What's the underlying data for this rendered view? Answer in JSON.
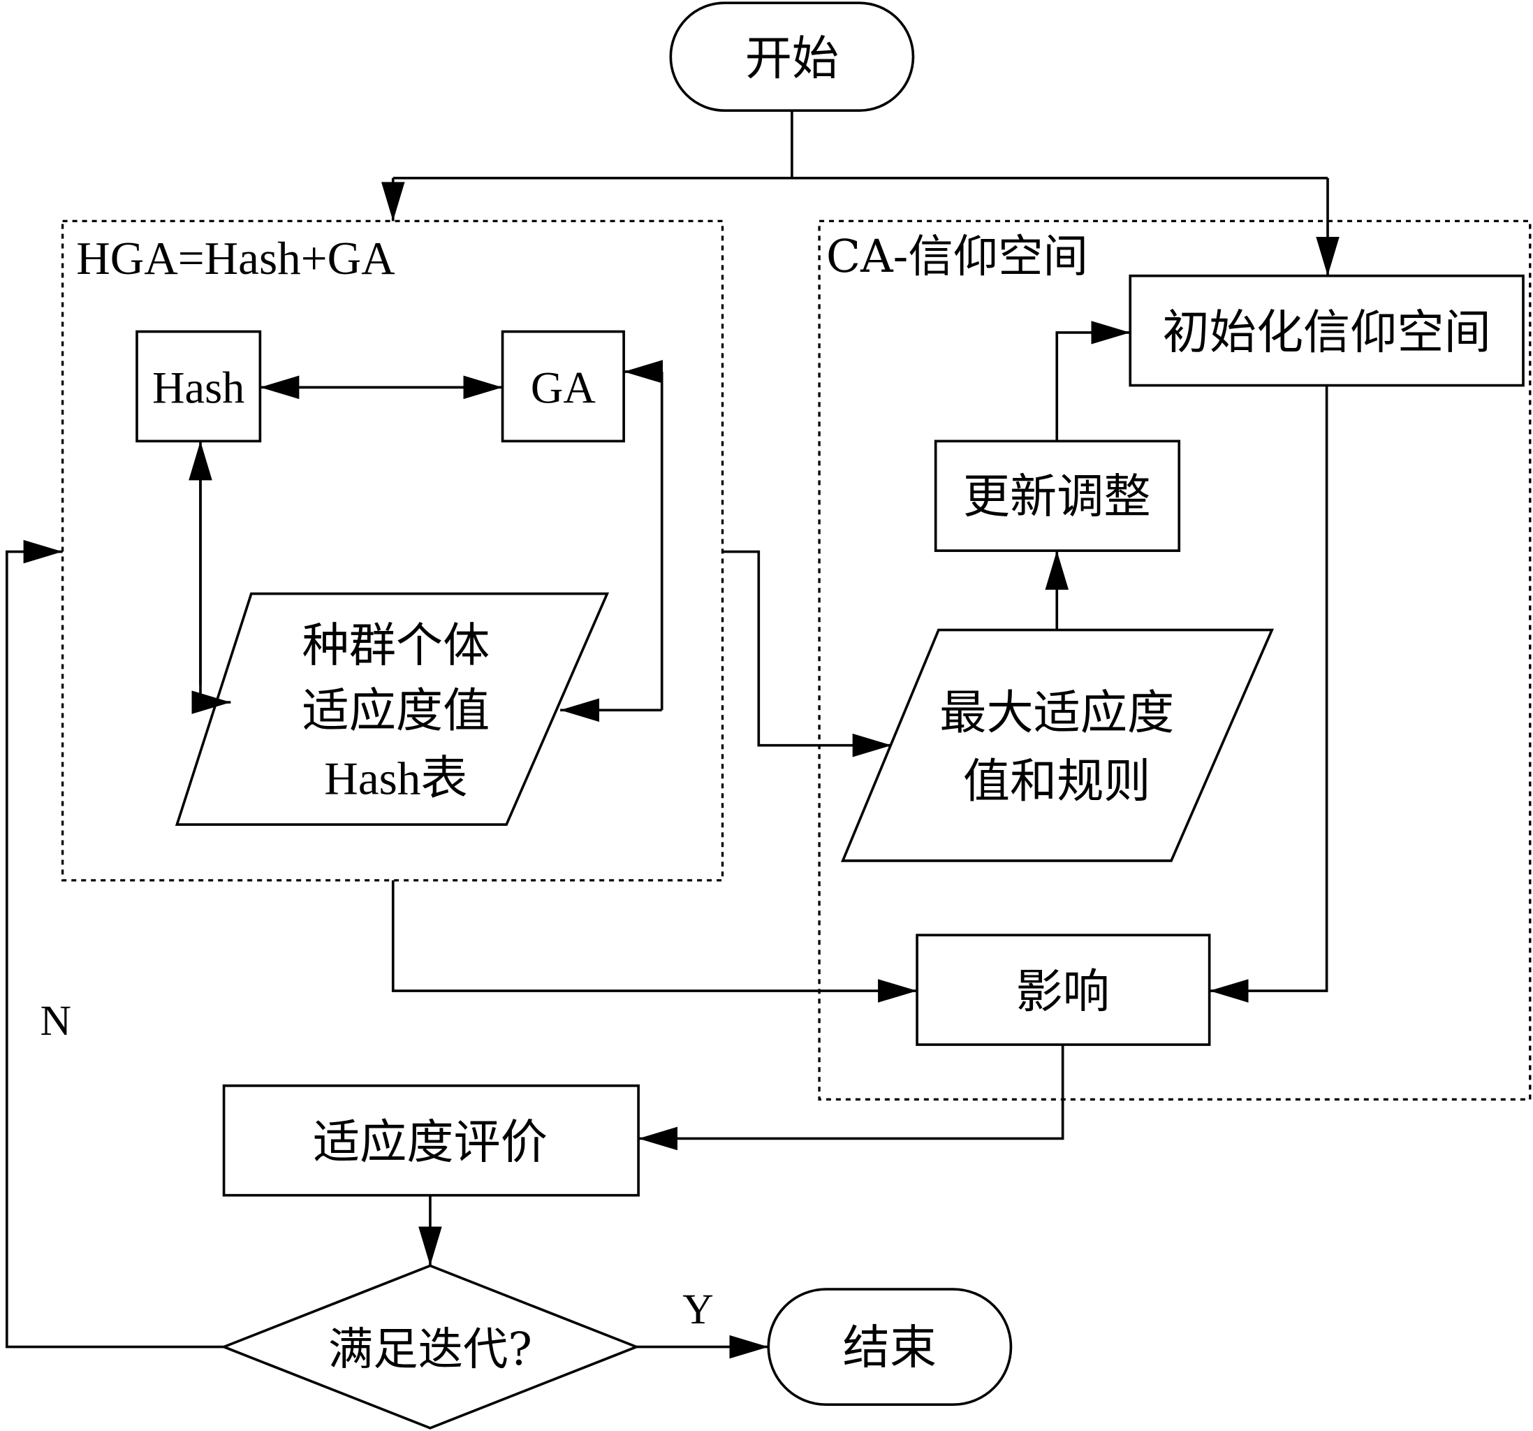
{
  "diagram": {
    "type": "flowchart",
    "nodes": {
      "start": "开始",
      "end": "结束",
      "hga_group_label": "HGA=Hash+GA",
      "ca_group_label": "CA-信仰空间",
      "hash": "Hash",
      "ga": "GA",
      "hash_table_line1": "种群个体",
      "hash_table_line2": "适应度值",
      "hash_table_line3": "Hash表",
      "init_belief": "初始化信仰空间",
      "update_adjust": "更新调整",
      "max_fitness_line1": "最大适应度",
      "max_fitness_line2": "值和规则",
      "influence": "影响",
      "fitness_eval": "适应度评价",
      "iteration_check": "满足迭代?"
    },
    "edge_labels": {
      "no": "N",
      "yes": "Y"
    },
    "edges": [
      {
        "from": "开始",
        "to": "HGA=Hash+GA"
      },
      {
        "from": "开始",
        "to": "初始化信仰空间"
      },
      {
        "from": "Hash",
        "to": "GA",
        "bidirectional": true
      },
      {
        "from": "Hash",
        "to": "种群个体适应度值Hash表",
        "bidirectional": true
      },
      {
        "from": "GA",
        "to": "种群个体适应度值Hash表",
        "bidirectional": true
      },
      {
        "from": "HGA=Hash+GA",
        "to": "最大适应度值和规则"
      },
      {
        "from": "最大适应度值和规则",
        "to": "更新调整"
      },
      {
        "from": "更新调整",
        "to": "初始化信仰空间"
      },
      {
        "from": "初始化信仰空间",
        "to": "影响"
      },
      {
        "from": "HGA=Hash+GA",
        "to": "影响"
      },
      {
        "from": "影响",
        "to": "适应度评价"
      },
      {
        "from": "适应度评价",
        "to": "满足迭代?"
      },
      {
        "from": "满足迭代?",
        "to": "结束",
        "label": "Y"
      },
      {
        "from": "满足迭代?",
        "to": "HGA=Hash+GA",
        "label": "N"
      }
    ]
  }
}
